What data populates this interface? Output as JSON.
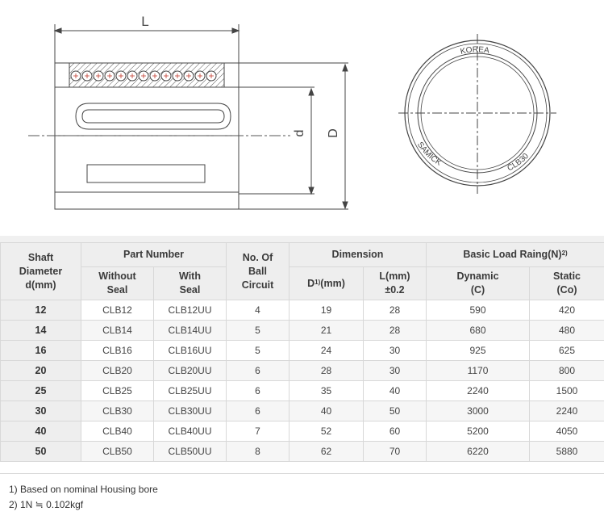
{
  "drawing": {
    "dim_L": "L",
    "dim_d": "d",
    "dim_D": "D",
    "stamp_top": "KOREA",
    "stamp_bottom_left": "SAMICK",
    "stamp_bottom_right": "CLB30"
  },
  "table": {
    "headers": {
      "shaft": "Shaft Diameter d(mm)",
      "part_number": "Part Number",
      "without_seal": "Without Seal",
      "with_seal": "With Seal",
      "ball_circuit": "No. Of Ball Circuit",
      "dimension": "Dimension",
      "D": "D",
      "D_sup": "1)",
      "D_unit": "(mm)",
      "L": "L(mm) ±0.2",
      "load_rating": "Basic Load Raing(N)",
      "load_sup": "2)",
      "dynamic": "Dynamic (C)",
      "static": "Static (Co)"
    },
    "rows": [
      {
        "shaft": "12",
        "without": "CLB12",
        "with": "CLB12UU",
        "circuits": "4",
        "D": "19",
        "L": "28",
        "dynamic": "590",
        "static": "420"
      },
      {
        "shaft": "14",
        "without": "CLB14",
        "with": "CLB14UU",
        "circuits": "5",
        "D": "21",
        "L": "28",
        "dynamic": "680",
        "static": "480"
      },
      {
        "shaft": "16",
        "without": "CLB16",
        "with": "CLB16UU",
        "circuits": "5",
        "D": "24",
        "L": "30",
        "dynamic": "925",
        "static": "625"
      },
      {
        "shaft": "20",
        "without": "CLB20",
        "with": "CLB20UU",
        "circuits": "6",
        "D": "28",
        "L": "30",
        "dynamic": "1170",
        "static": "800"
      },
      {
        "shaft": "25",
        "without": "CLB25",
        "with": "CLB25UU",
        "circuits": "6",
        "D": "35",
        "L": "40",
        "dynamic": "2240",
        "static": "1500"
      },
      {
        "shaft": "30",
        "without": "CLB30",
        "with": "CLB30UU",
        "circuits": "6",
        "D": "40",
        "L": "50",
        "dynamic": "3000",
        "static": "2240"
      },
      {
        "shaft": "40",
        "without": "CLB40",
        "with": "CLB40UU",
        "circuits": "7",
        "D": "52",
        "L": "60",
        "dynamic": "5200",
        "static": "4050"
      },
      {
        "shaft": "50",
        "without": "CLB50",
        "with": "CLB50UU",
        "circuits": "8",
        "D": "62",
        "L": "70",
        "dynamic": "6220",
        "static": "5880"
      }
    ]
  },
  "notes": {
    "note1": "1) Based on nominal Housing bore",
    "note2": "2) 1N ≒ 0.102kgf"
  }
}
